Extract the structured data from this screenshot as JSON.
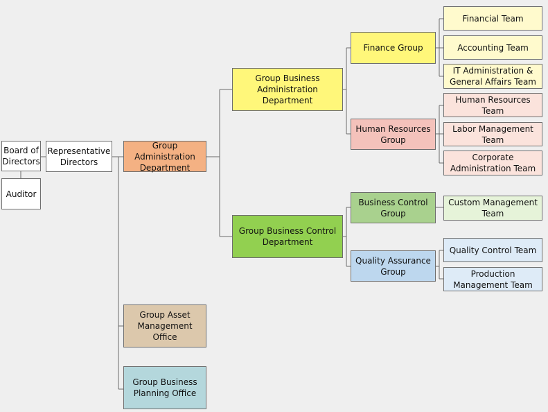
{
  "nodes": {
    "board": "Board of Directors",
    "auditor": "Auditor",
    "representative": "Representative Directors",
    "group_admin": "Group Administration Department",
    "group_business_admin": "Group Business Administration Department",
    "group_business_control": "Group Business Control Department",
    "group_asset": "Group Asset Management Office",
    "group_planning": "Group Business Planning Office",
    "finance_group": "Finance Group",
    "hr_group": "Human Resources Group",
    "business_control_group": "Business Control Group",
    "qa_group": "Quality Assurance Group",
    "financial_team": "Financial Team",
    "accounting_team": "Accounting Team",
    "it_team": "IT Administration & General Affairs Team",
    "hr_team": "Human Resources Team",
    "labor_team": "Labor Management Team",
    "corp_admin_team": "Corporate Administration Team",
    "custom_team": "Custom Management Team",
    "qc_team": "Quality Control Team",
    "production_team": "Production Management Team"
  },
  "colors": {
    "background": "#efefef",
    "group_administration": "#f4b183",
    "business_administration": "#fff77a",
    "finance_teams": "#fffacd",
    "hr_group": "#f4c2bb",
    "hr_teams": "#fbe3dc",
    "business_control_dept": "#92d050",
    "business_control_group": "#a9d18e",
    "custom_team": "#e6f3d9",
    "qa_group": "#bdd7ee",
    "qa_teams": "#deebf7",
    "asset_office": "#dcc8ac",
    "planning_office": "#b4d7dc"
  }
}
